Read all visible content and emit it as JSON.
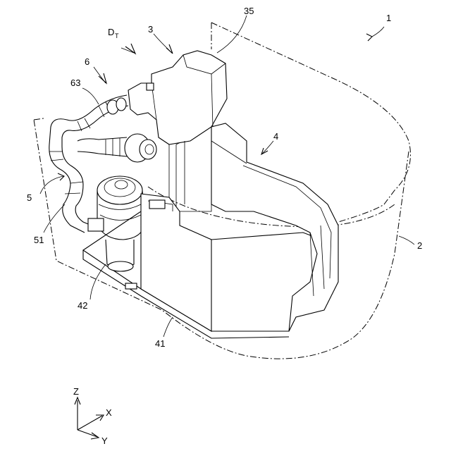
{
  "labels": {
    "toilet": "1",
    "bowl": "2",
    "unit": "3",
    "top_part": "35",
    "duct": "4",
    "pipe_5": "5",
    "pump": "51",
    "pipe_6": "6",
    "joint": "63",
    "tray": "41",
    "drain": "42",
    "dt_main": "D",
    "dt_sub": "T"
  },
  "axes": {
    "z": "Z",
    "x": "X",
    "y": "Y"
  }
}
